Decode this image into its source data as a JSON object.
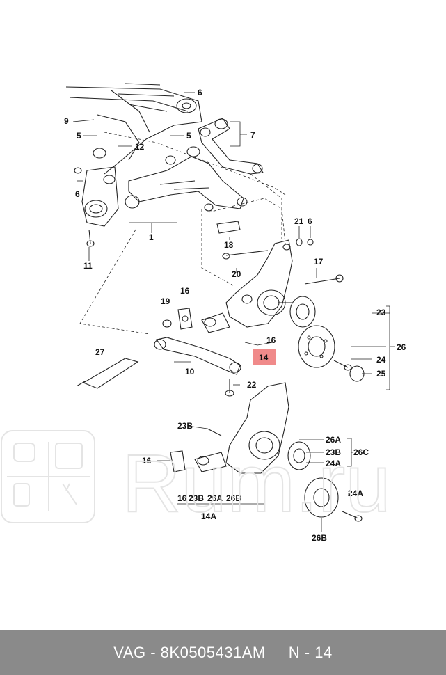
{
  "footer": {
    "brand": "VAG",
    "sep1": " - ",
    "part_number": "8K0505431AM",
    "gap": "     ",
    "ref": "N - 14"
  },
  "watermark": {
    "text": "Rum.ru"
  },
  "highlight": {
    "label": "14",
    "color": "#f08a8a"
  },
  "callouts": {
    "c6a": "6",
    "c7": "7",
    "c9": "9",
    "c5a": "5",
    "c5b": "5",
    "c12": "12",
    "c6b": "6",
    "c1": "1",
    "c11": "11",
    "c21": "21",
    "c6c": "6",
    "c18": "18",
    "c20": "20",
    "c17": "17",
    "c19": "19",
    "c16a": "16",
    "c16b": "16",
    "c23": "23",
    "c26": "26",
    "c27": "27",
    "c24": "24",
    "c10": "10",
    "c25": "25",
    "c22": "22",
    "c23b_a": "23B",
    "c26a_a": "26A",
    "c26c": "26C",
    "c23b_b": "23B",
    "c24a_a": "24A",
    "c16c": "16",
    "c24a_b": "24A",
    "c14a": "14A",
    "c26b": "26B",
    "row_16": "16",
    "row_23b": "23B",
    "row_26a": "26A",
    "row_26b": "26B"
  }
}
